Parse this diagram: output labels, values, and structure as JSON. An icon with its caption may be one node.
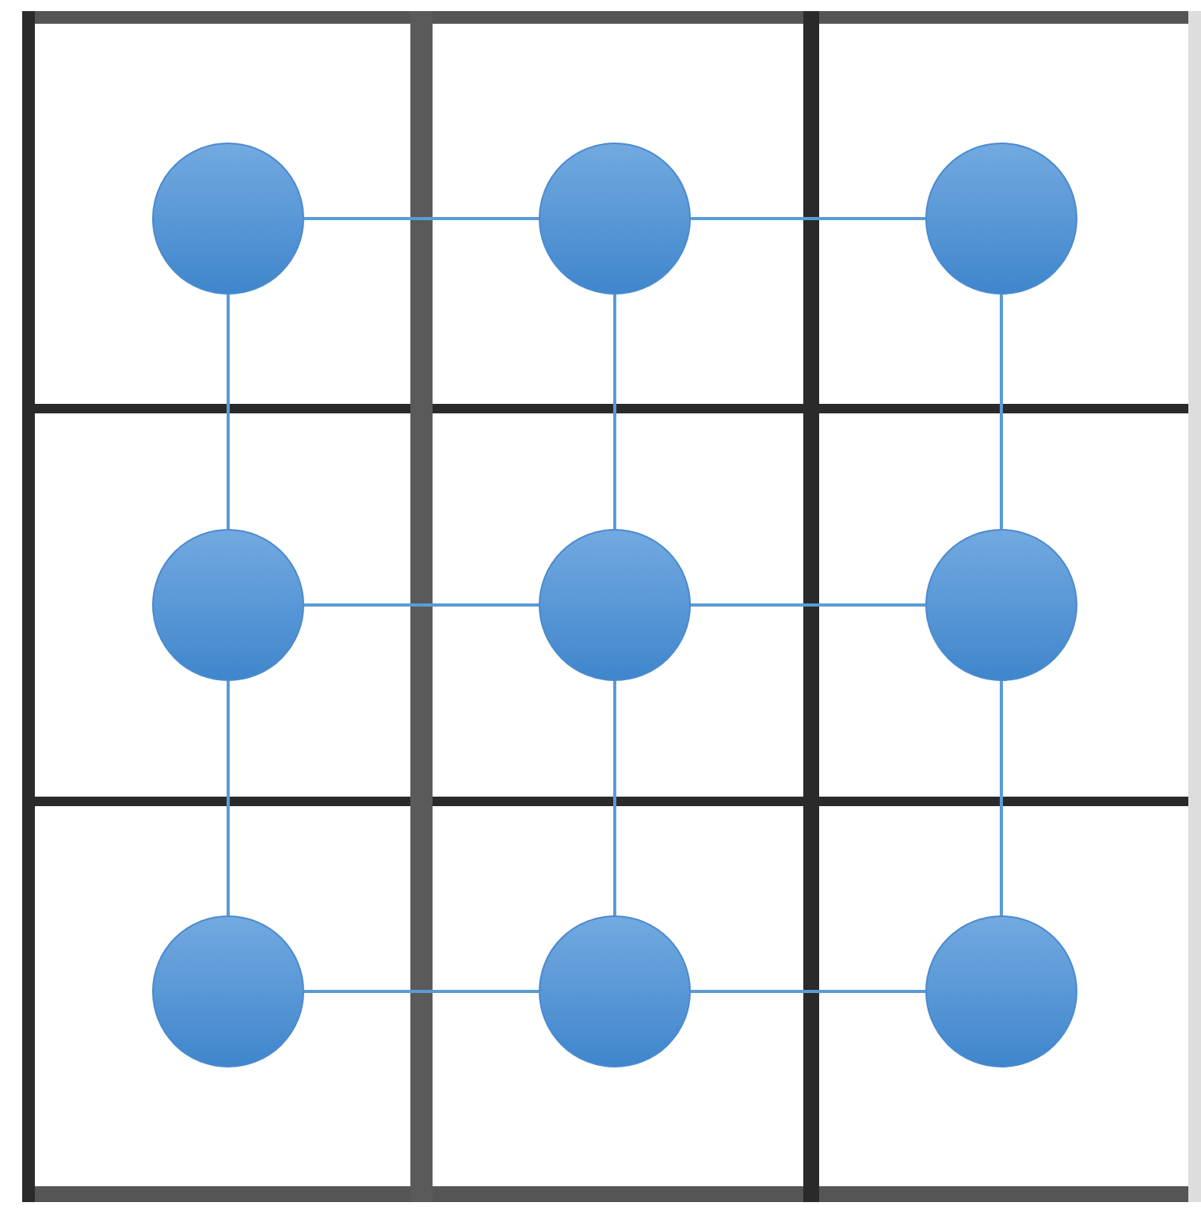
{
  "diagram": {
    "nodes": [
      {
        "text": [],
        "shape": "circle"
      },
      {
        "text": [],
        "shape": "circle"
      },
      {
        "text": [],
        "shape": "circle"
      },
      {
        "text": [],
        "shape": "circle"
      },
      {
        "text": [],
        "shape": "circle"
      },
      {
        "text": [],
        "shape": "circle"
      },
      {
        "text": [],
        "shape": "circle"
      },
      {
        "text": [],
        "shape": "circle"
      },
      {
        "text": [],
        "shape": "circle"
      }
    ],
    "edges": [
      {
        "from": 0,
        "to": 1,
        "arrow": "none"
      },
      {
        "from": 1,
        "to": 2,
        "arrow": "none"
      },
      {
        "from": 0,
        "to": 3,
        "arrow": "none"
      },
      {
        "from": 1,
        "to": 4,
        "arrow": "none"
      },
      {
        "from": 2,
        "to": 5,
        "arrow": "none"
      },
      {
        "from": 3,
        "to": 4,
        "arrow": "none"
      },
      {
        "from": 4,
        "to": 5,
        "arrow": "none"
      },
      {
        "from": 3,
        "to": 6,
        "arrow": "none"
      },
      {
        "from": 4,
        "to": 7,
        "arrow": "none"
      },
      {
        "from": 5,
        "to": 8,
        "arrow": "none"
      },
      {
        "from": 6,
        "to": 7,
        "arrow": "none"
      },
      {
        "from": 7,
        "to": 8,
        "arrow": "none"
      }
    ]
  }
}
